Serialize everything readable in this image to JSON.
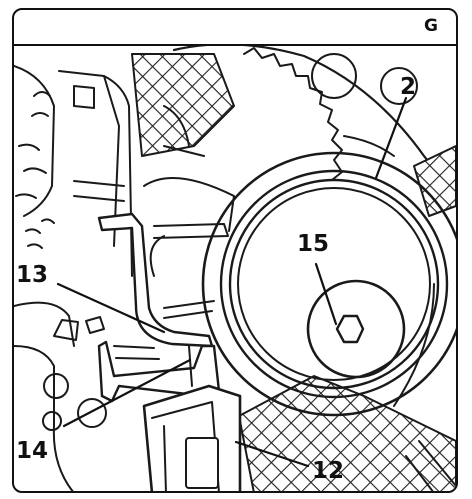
{
  "panel": {
    "letter": "G"
  },
  "callouts": {
    "c2": "2",
    "c15": "15",
    "c13": "13",
    "c14": "14",
    "c12": "12"
  }
}
